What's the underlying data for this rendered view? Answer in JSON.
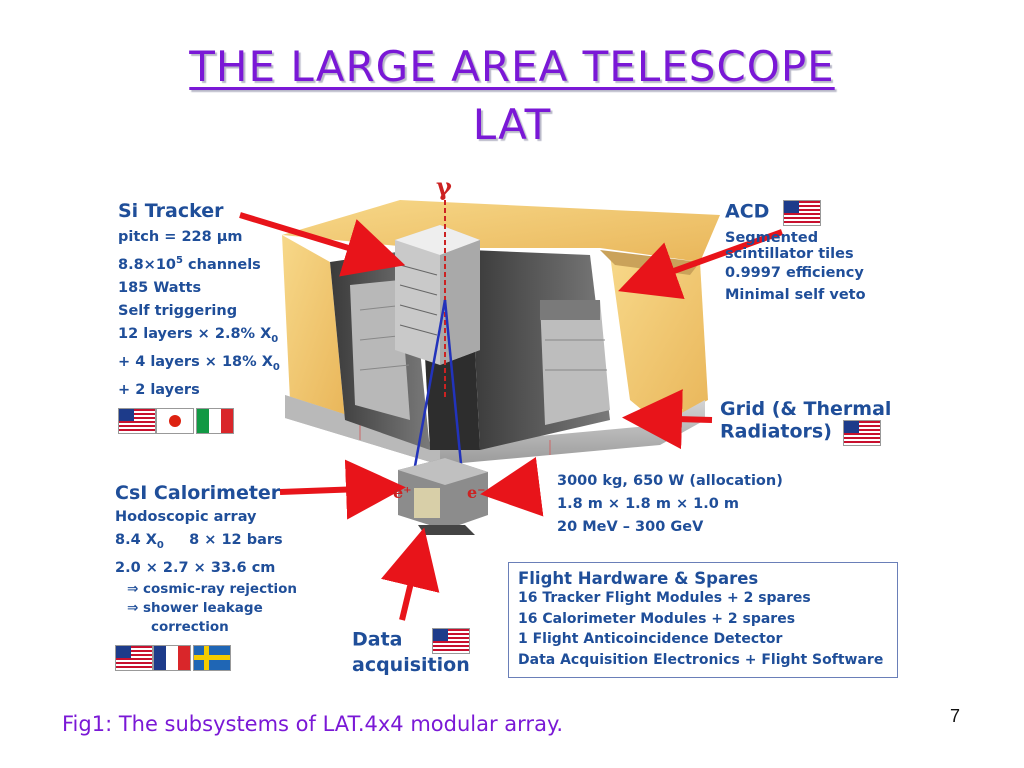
{
  "title": {
    "line1": "THE LARGE AREA TELESCOPE",
    "line2": "LAT"
  },
  "si_tracker": {
    "heading": "Si Tracker",
    "lines": {
      "l1": "pitch = 228 µm",
      "l2a": "8.8×10",
      "l2sup": "5",
      "l2b": " channels",
      "l3": "185 Watts",
      "l4": "Self triggering",
      "l5a": "12 layers × 2.8% X",
      "l5sub": "0",
      "l6a": "+ 4 layers × 18% X",
      "l6sub": "0",
      "l7": "+ 2 layers"
    }
  },
  "acd": {
    "heading": "ACD",
    "lines": [
      "Segmented",
      "scintillator tiles",
      "0.9997 efficiency",
      "Minimal self veto"
    ]
  },
  "grid": {
    "line1": "Grid (& Thermal",
    "line2": "Radiators)"
  },
  "specs": [
    "3000 kg,  650 W (allocation)",
    "1.8 m × 1.8 m × 1.0 m",
    "20 MeV – 300 GeV"
  ],
  "calorimeter": {
    "heading": "CsI Calorimeter",
    "l1": "Hodoscopic array",
    "l2a": "8.4 X",
    "l2sub": "0",
    "l2b": "     8 × 12 bars",
    "l3": "2.0 × 2.7 × 33.6 cm",
    "l4": "⇒  cosmic-ray rejection",
    "l5": "⇒  shower leakage",
    "l6": "correction"
  },
  "data_acq": {
    "line1": "Data",
    "line2": "acquisition"
  },
  "flight": {
    "heading": "Flight Hardware & Spares",
    "lines": [
      "16 Tracker Flight Modules + 2 spares",
      "16 Calorimeter Modules + 2 spares",
      "1 Flight Anticoincidence Detector",
      "Data Acquisition Electronics + Flight Software"
    ]
  },
  "diagram_labels": {
    "gamma": "γ",
    "e_plus": "e⁺",
    "e_minus": "e⁻"
  },
  "caption": "Fig1: The subsystems of LAT.4x4 modular array.",
  "page_number": "7",
  "colors": {
    "title": "#7a18d6",
    "text": "#1f4e99",
    "arrow": "#e8141a"
  }
}
